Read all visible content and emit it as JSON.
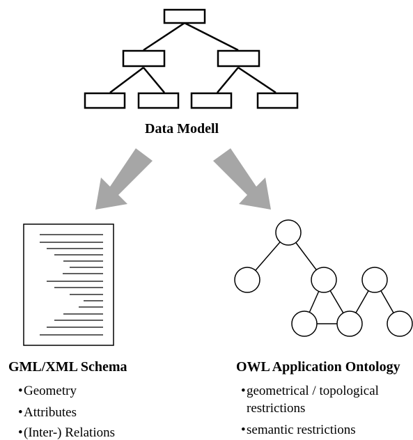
{
  "data_model": {
    "title": "Data Modell"
  },
  "gml": {
    "title": "GML/XML Schema",
    "items": [
      "Geometry",
      "Attributes",
      "(Inter-) Relations"
    ]
  },
  "owl": {
    "title": "OWL Application Ontology",
    "items": [
      "geometrical / topological",
      "restrictions",
      "semantic restrictions"
    ]
  },
  "colors": {
    "arrow": "#a6a6a6",
    "stroke": "#000000"
  },
  "bullet": "•"
}
